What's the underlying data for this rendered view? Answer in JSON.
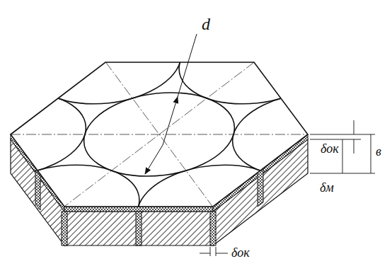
{
  "diagram": {
    "labels": [
      "d",
      "δок",
      "в",
      "δм",
      "δок"
    ]
  }
}
